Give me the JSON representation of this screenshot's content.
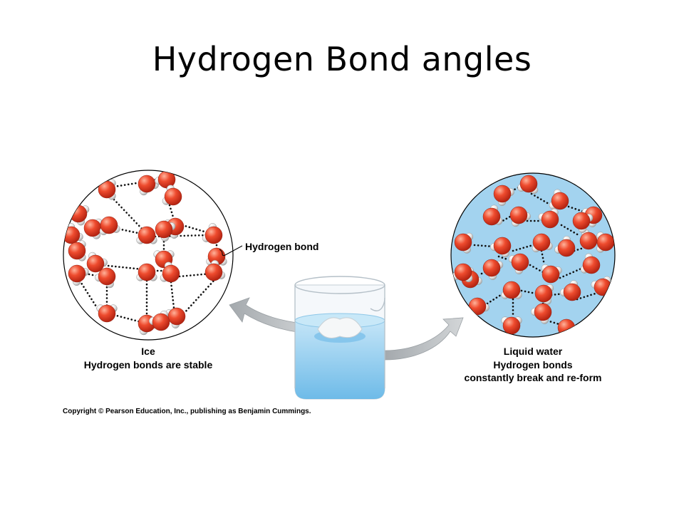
{
  "slide": {
    "title": "Hydrogen Bond angles"
  },
  "figure": {
    "ice": {
      "title": "Ice",
      "caption": "Hydrogen bonds are stable"
    },
    "liquid": {
      "title": "Liquid water",
      "caption_line1": "Hydrogen bonds",
      "caption_line2": "constantly break and re-form"
    },
    "callout": "Hydrogen bond",
    "copyright": "Copyright © Pearson Education, Inc., publishing as Benjamin Cummings."
  },
  "colors": {
    "oxygen": "#e8412a",
    "hydrogen": "#e6e6e6",
    "liquid_fill": "#a3d3ef",
    "bond_dots": "#111111",
    "arrow": "#b8bcc0"
  }
}
